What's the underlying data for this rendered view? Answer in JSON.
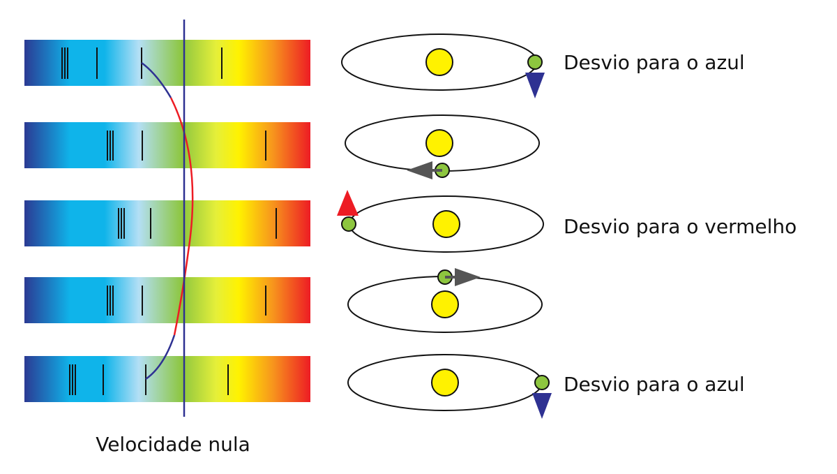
{
  "labels": {
    "zero_velocity": "Velocidade nula",
    "row1": "Desvio para o azul",
    "row3": "Desvio para o vermelho",
    "row5": "Desvio para o azul"
  },
  "colors": {
    "spectrum": [
      "#2b3a93",
      "#0fb4ea",
      "#b3dff5",
      "#8dc63f",
      "#fff200",
      "#f7941d",
      "#ed1c24"
    ],
    "zero_line": "#2e3192",
    "curve_red": "#ed1c24",
    "curve_blue": "#2e3192",
    "star": "#fff200",
    "planet": "#8dc63f",
    "arrow_blue_shift": "#2e3192",
    "arrow_red_shift": "#ed1c24",
    "arrow_transverse": "#555555"
  },
  "rows": [
    {
      "shift": "blue",
      "motion": "toward observer",
      "arrow": "down"
    },
    {
      "shift": "none",
      "motion": "transverse",
      "arrow": "left"
    },
    {
      "shift": "red",
      "motion": "away from observer",
      "arrow": "up"
    },
    {
      "shift": "none",
      "motion": "transverse",
      "arrow": "right"
    },
    {
      "shift": "blue",
      "motion": "toward observer",
      "arrow": "down"
    }
  ]
}
